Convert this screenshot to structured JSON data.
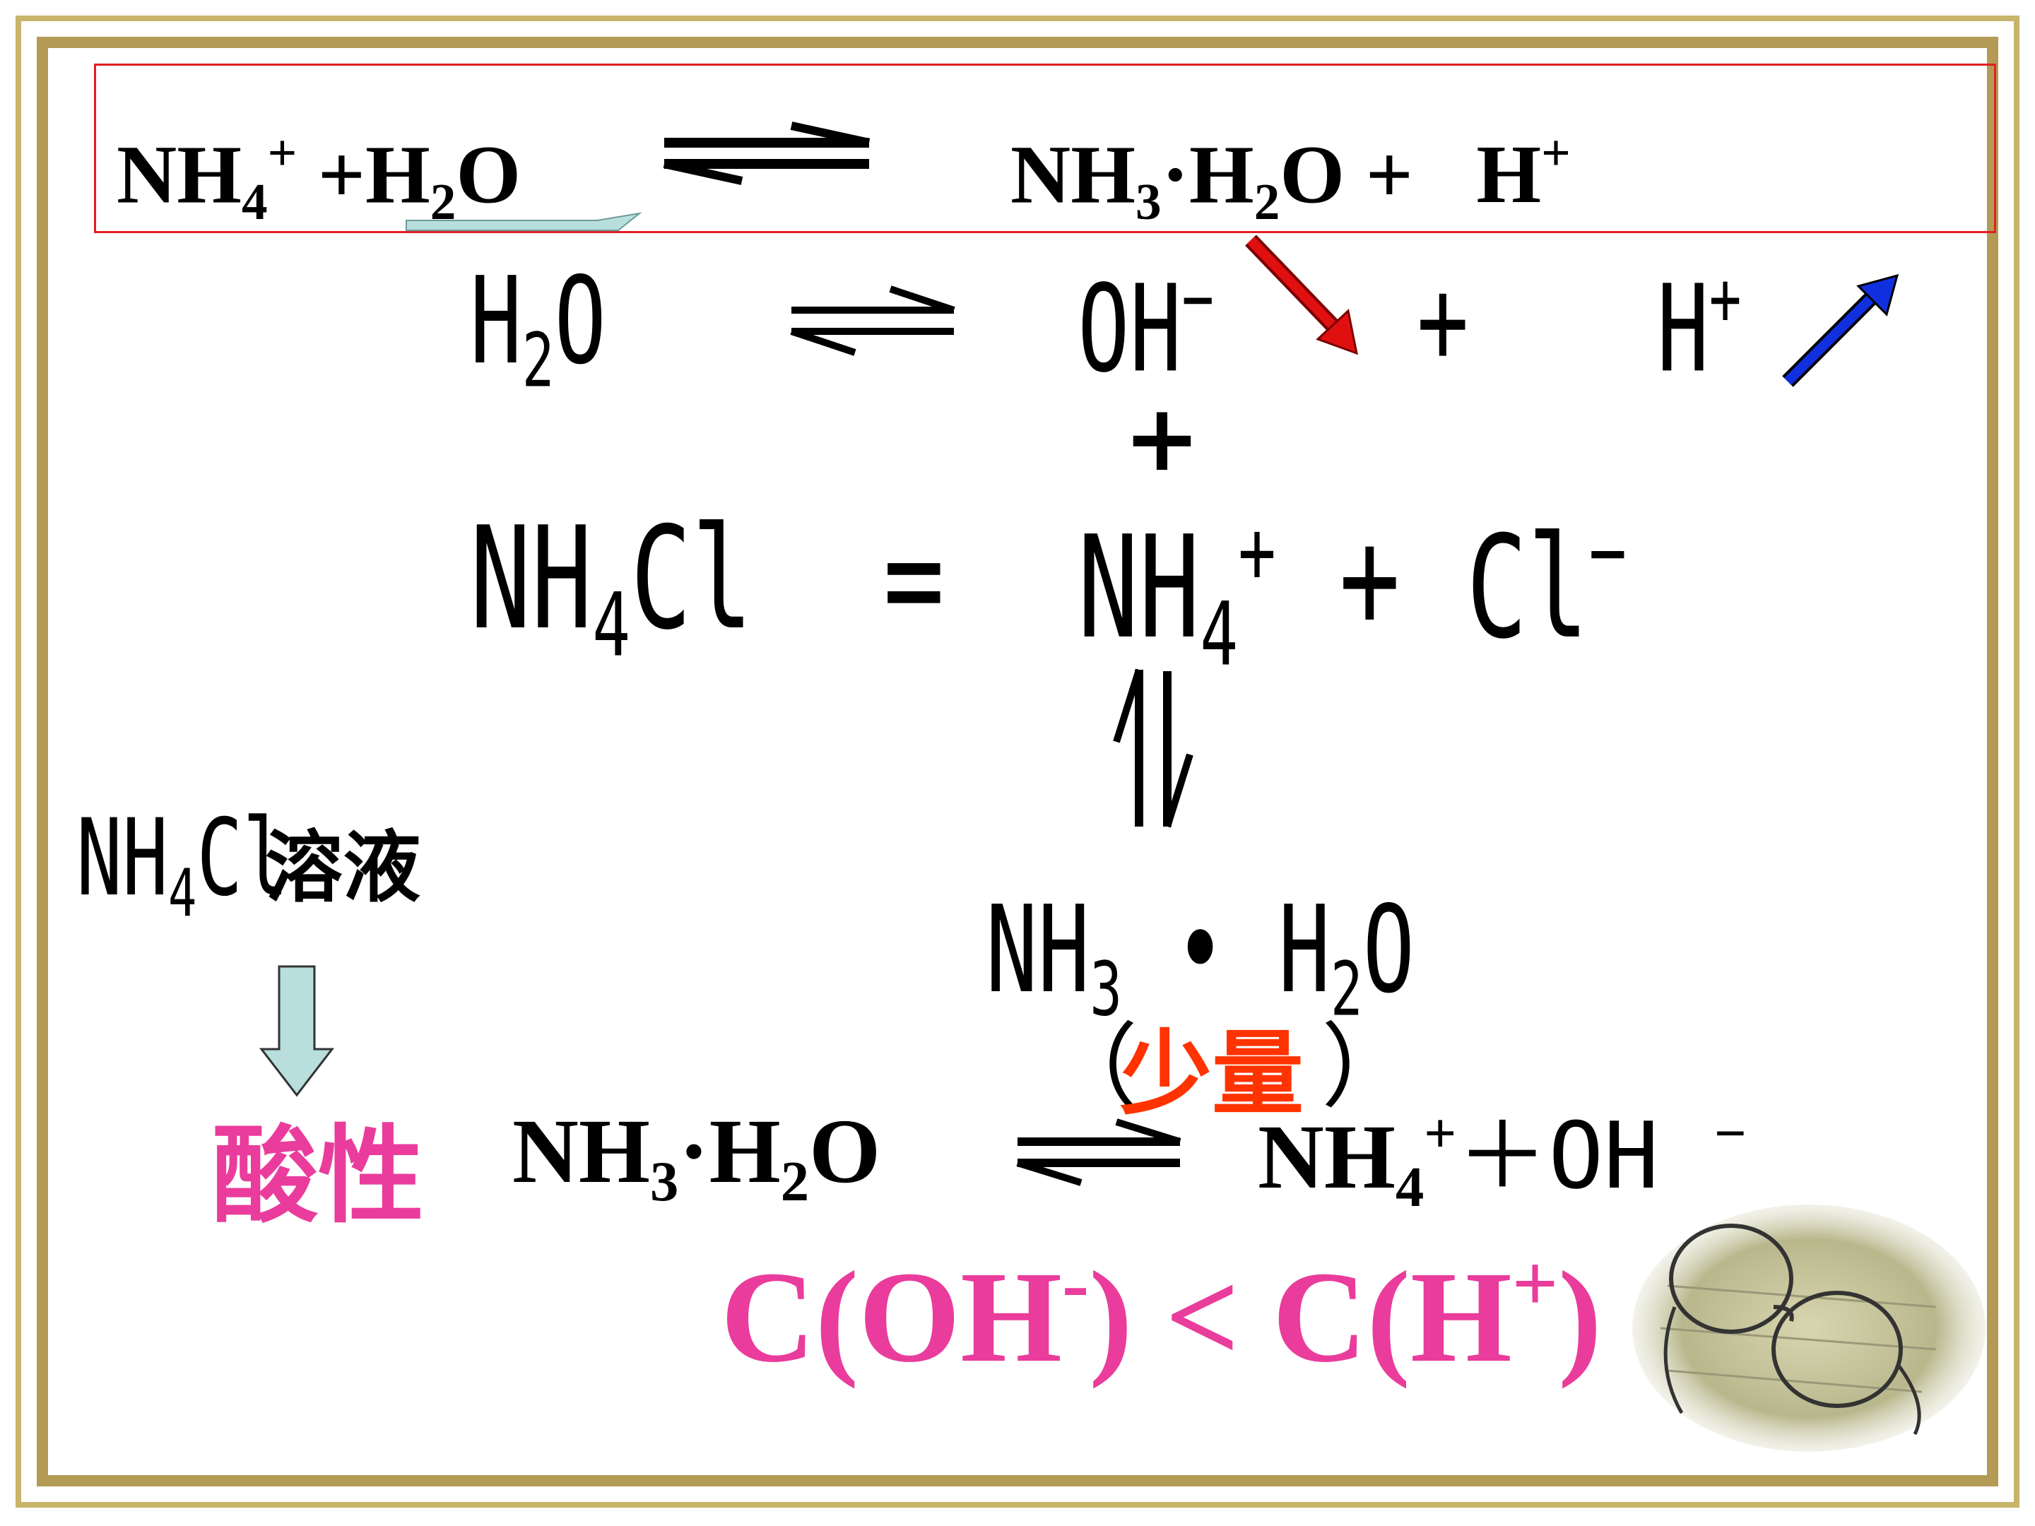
{
  "top_equation": {
    "left": [
      "NH",
      "4",
      "+",
      " +H",
      "2",
      "O"
    ],
    "right": [
      "NH",
      "3",
      "·H",
      "2",
      "O + ",
      "H",
      "+"
    ]
  },
  "water_equation": {
    "reactant": [
      "H",
      "2",
      "O"
    ],
    "oh": [
      "OH",
      "−"
    ],
    "plus": "+",
    "h": [
      "H",
      "+"
    ]
  },
  "middle_plus": "+",
  "salt_equation": {
    "reactant": [
      "NH",
      "4",
      "Cl"
    ],
    "equals": "=",
    "nh4": [
      "NH",
      "4",
      "+"
    ],
    "plus": "+",
    "cl": [
      "Cl",
      "−"
    ]
  },
  "ammonia": [
    "NH",
    "3",
    " • H",
    "2",
    "O"
  ],
  "small_amount": "少量",
  "small_amount_parens": [
    "（",
    "）"
  ],
  "solution_label": [
    "NH",
    "4",
    "Cl",
    "溶液"
  ],
  "acidic_label": "酸性",
  "bottom_equation": {
    "left": [
      "NH",
      "3",
      "·H",
      "2",
      "O"
    ],
    "right": [
      "NH",
      "4",
      "+",
      "＋OH ",
      "−"
    ]
  },
  "conclusion": [
    "C(OH",
    "-",
    ") < C(H",
    "+",
    ")"
  ],
  "colors": {
    "frame": "#b39b55",
    "box": "#e02020",
    "red_arrow": "#e01010",
    "blue_arrow": "#1030e0",
    "pink": "#ea3c9c",
    "orange": "#ff3300",
    "hint_arrow": "#b8dedd"
  },
  "icons": [
    "equilibrium-arrow-icon",
    "red-arrow-icon",
    "blue-arrow-icon",
    "down-arrow-icon",
    "glasses-image"
  ]
}
